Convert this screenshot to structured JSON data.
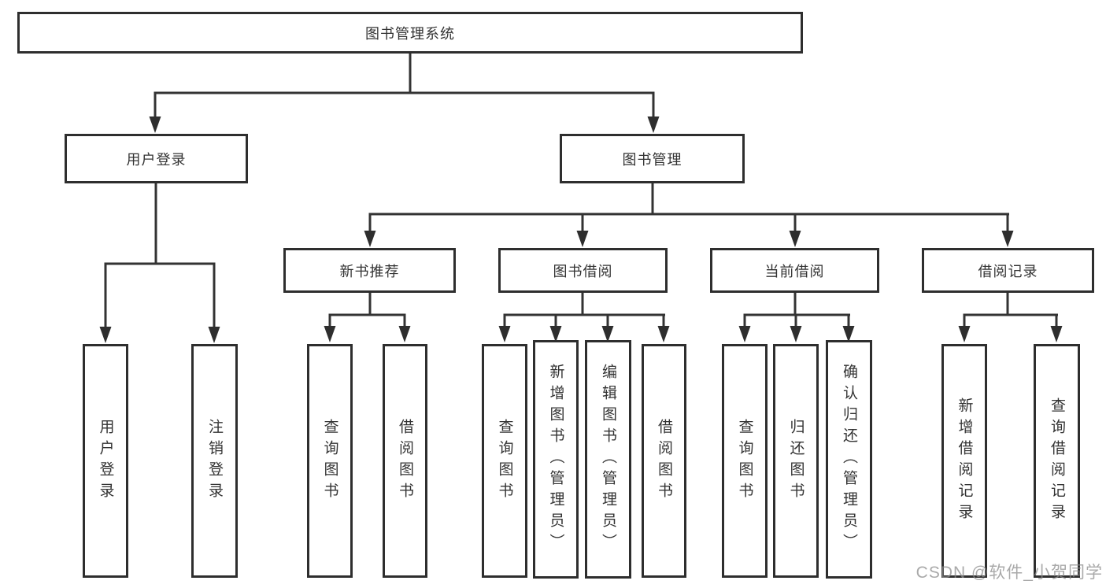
{
  "diagram": {
    "type": "hierarchy-tree",
    "nodes": {
      "root": "图书管理系统",
      "user_login": "用户登录",
      "book_mgmt": "图书管理",
      "new_book": "新书推荐",
      "borrow": "图书借阅",
      "current": "当前借阅",
      "records": "借阅记录"
    },
    "leaves": {
      "user_login": [
        "用户登录",
        "注销登录"
      ],
      "new_book": [
        "查询图书",
        "借阅图书"
      ],
      "borrow": [
        "查询图书",
        "新增图书（管理员）",
        "编辑图书（管理员）",
        "借阅图书"
      ],
      "current": [
        "查询图书",
        "归还图书",
        "确认归还（管理员）"
      ],
      "records": [
        "新增借阅记录",
        "查询借阅记录"
      ]
    },
    "colors": {
      "line": "#333333",
      "box_border": "#2e2e2e",
      "box_fill": "#ffffff",
      "text": "#333333",
      "watermark": "#8c8c8c"
    }
  },
  "watermark": "CSDN @软件_小贺同学"
}
